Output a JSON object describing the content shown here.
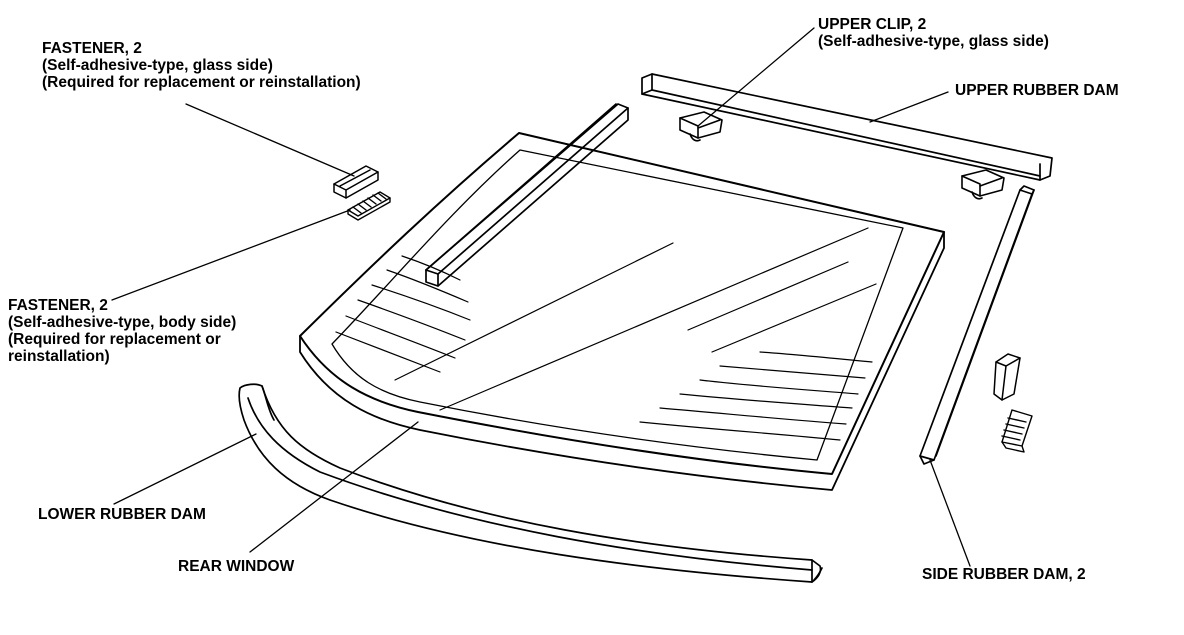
{
  "labels": {
    "fastener_glass": {
      "title": "FASTENER, 2",
      "line2": "(Self-adhesive-type, glass side)",
      "line3": "(Required for replacement or reinstallation)"
    },
    "fastener_body": {
      "title": "FASTENER, 2",
      "line2": "(Self-adhesive-type, body side)",
      "line3": "(Required for replacement or",
      "line4": "reinstallation)"
    },
    "upper_clip": {
      "title": "UPPER CLIP, 2",
      "line2": "(Self-adhesive-type, glass side)"
    },
    "upper_rubber_dam": "UPPER RUBBER DAM",
    "lower_rubber_dam": "LOWER RUBBER DAM",
    "rear_window": "REAR WINDOW",
    "side_rubber_dam": "SIDE RUBBER DAM, 2"
  },
  "colors": {
    "ink": "#000000",
    "paper": "#ffffff"
  }
}
